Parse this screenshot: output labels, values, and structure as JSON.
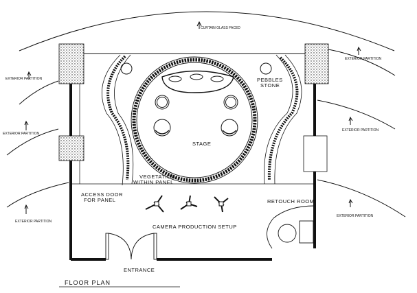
{
  "title": "FLOOR PLAN",
  "labels": {
    "curtain_glass": "CURTAIN GLASS FACED",
    "exterior_partition": "EXTERIOR PARTITION",
    "pebbles": [
      "PEBBLES",
      "STONE"
    ],
    "stage": "STAGE",
    "vegetation": [
      "VEGETATION",
      "WITHIN PANEL"
    ],
    "access_door": [
      "ACCESS DOOR",
      "FOR PANEL"
    ],
    "retouch_room": "RETOUCH ROOM",
    "camera_setup": "CAMERA PRODUCTION SETUP",
    "entrance": "ENTRANCE"
  }
}
